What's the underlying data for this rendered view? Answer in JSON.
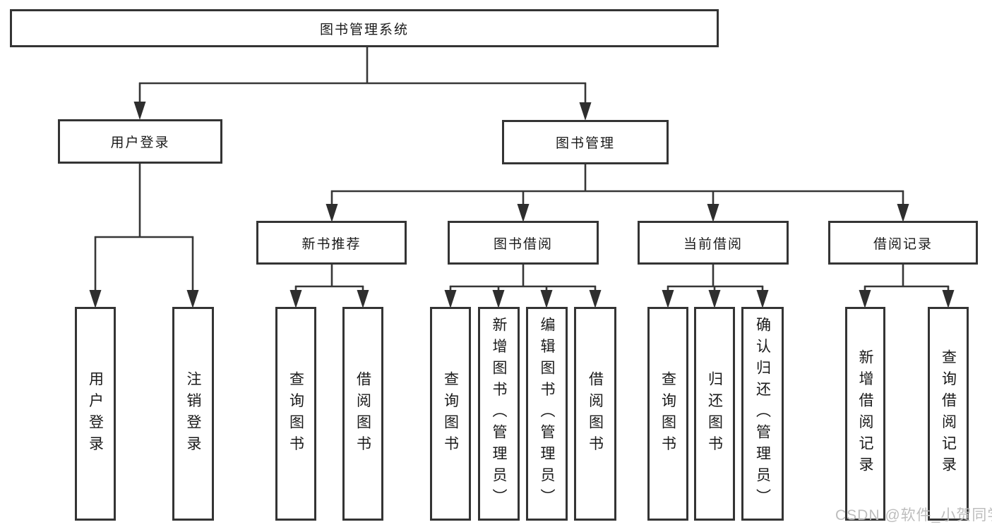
{
  "tree": {
    "root": {
      "label": "图书管理系统",
      "children": [
        {
          "label": "用户登录",
          "children": [
            {
              "label": "用户登录"
            },
            {
              "label": "注销登录"
            }
          ]
        },
        {
          "label": "图书管理",
          "children": [
            {
              "label": "新书推荐",
              "children": [
                {
                  "label": "查询图书"
                },
                {
                  "label": "借阅图书"
                }
              ]
            },
            {
              "label": "图书借阅",
              "children": [
                {
                  "label": "查询图书"
                },
                {
                  "label": "新增图书（管理员）"
                },
                {
                  "label": "编辑图书（管理员）"
                },
                {
                  "label": "借阅图书"
                }
              ]
            },
            {
              "label": "当前借阅",
              "children": [
                {
                  "label": "查询图书"
                },
                {
                  "label": "归还图书"
                },
                {
                  "label": "确认归还（管理员）"
                }
              ]
            },
            {
              "label": "借阅记录",
              "children": [
                {
                  "label": "新增借阅记录"
                },
                {
                  "label": "查询借阅记录"
                }
              ]
            }
          ]
        }
      ]
    }
  },
  "watermark": {
    "text": "CSDN @软件_小贺同学"
  },
  "colors": {
    "line": "#373737",
    "box_border": "#343434",
    "text": "#1a1a1a",
    "watermark": "#bdbdbd",
    "background": "#ffffff"
  }
}
